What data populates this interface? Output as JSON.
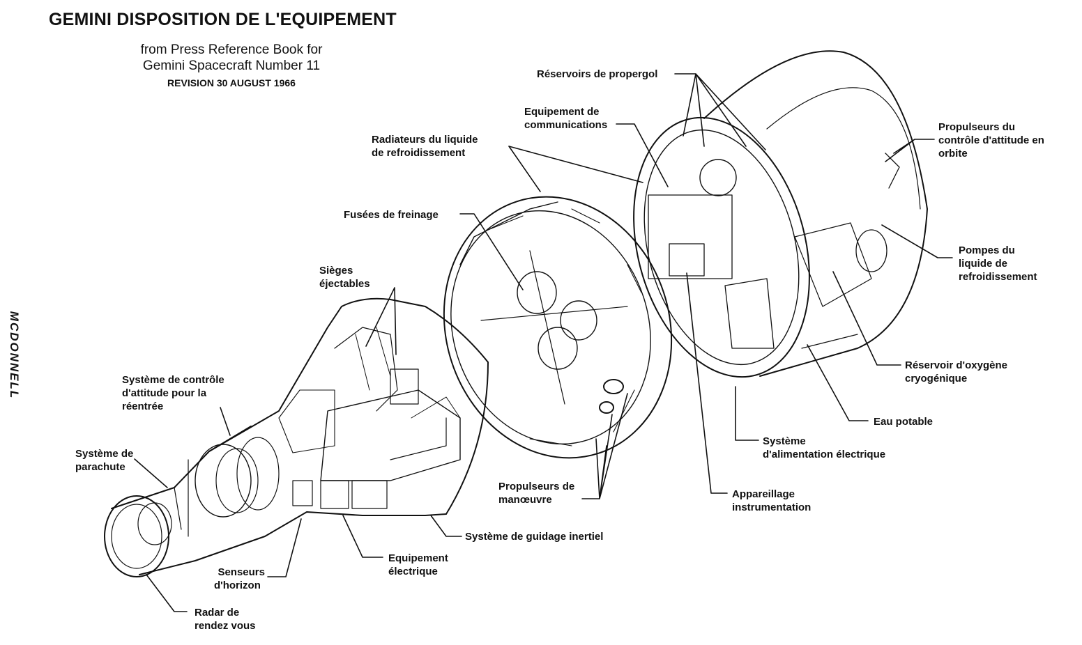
{
  "header": {
    "title": "GEMINI DISPOSITION DE L'EQUIPEMENT",
    "subtitle_line1": "from Press Reference Book for",
    "subtitle_line2": "Gemini Spacecraft Number 11",
    "revision": "REVISION 30 AUGUST 1966"
  },
  "brand": "MCDONNELL",
  "labels": {
    "reservoirs_propergol": "Réservoirs de propergol",
    "equip_comm_1": "Equipement de",
    "equip_comm_2": "communications",
    "radiateurs_1": "Radiateurs du liquide",
    "radiateurs_2": "de refroidissement",
    "fusees_freinage": "Fusées de freinage",
    "sieges_1": "Sièges",
    "sieges_2": "éjectables",
    "controle_reentree_1": "Système de contrôle",
    "controle_reentree_2": "d'attitude pour la",
    "controle_reentree_3": "réentrée",
    "parachute_1": "Système de",
    "parachute_2": "parachute",
    "senseurs_1": "Senseurs",
    "senseurs_2": "d'horizon",
    "radar_1": "Radar de",
    "radar_2": "rendez vous",
    "equip_elec_1": "Equipement",
    "equip_elec_2": "électrique",
    "guidage": "Système de guidage inertiel",
    "propulseurs_manoeuvre_1": "Propulseurs de",
    "propulseurs_manoeuvre_2": "manœuvre",
    "appareillage_1": "Appareillage",
    "appareillage_2": "instrumentation",
    "alimentation_1": "Système",
    "alimentation_2": "d'alimentation électrique",
    "eau": "Eau potable",
    "oxygene_1": "Réservoir d'oxygène",
    "oxygene_2": "cryogénique",
    "pompes_1": "Pompes du",
    "pompes_2": "liquide de",
    "pompes_3": "refroidissement",
    "propulseurs_orbite_1": "Propulseurs du",
    "propulseurs_orbite_2": "contrôle d'attitude en",
    "propulseurs_orbite_3": "orbite"
  },
  "colors": {
    "ink": "#111111",
    "paper": "#ffffff"
  }
}
